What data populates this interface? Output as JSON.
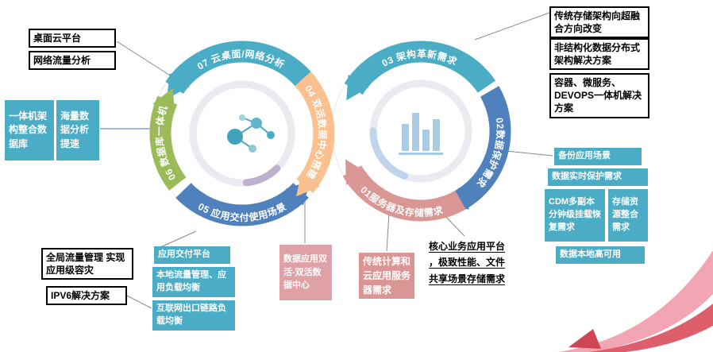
{
  "palette": {
    "teal": "#4BACC6",
    "green": "#9BBB59",
    "blue": "#4F81BD",
    "orange": "#FAC08F",
    "salmon": "#D99694",
    "pink_box": "#DFA0A6",
    "swoosh_pink": "#F2A6B3",
    "swoosh_red": "#DD5F6B",
    "swoosh_deep": "#CE4653"
  },
  "wheels": {
    "left": {
      "center_icon": "molecule-icon",
      "arcs": [
        {
          "label": "07 云桌面/网络分析"
        },
        {
          "label": "06 数据库一体机"
        },
        {
          "label": "05 应用交付使用场景"
        },
        {
          "label": "04 双活数据中心搭建"
        }
      ]
    },
    "right": {
      "center_icon": "bar-chart-icon",
      "arcs": [
        {
          "label": "03 架构革新需求"
        },
        {
          "label": "02数据保护需求"
        },
        {
          "label": "01服务器及存储需求"
        }
      ]
    }
  },
  "callouts": {
    "top_left": [
      "桌面云平台",
      "网络流量分析"
    ],
    "left": [
      "一体机架构整合数据库",
      "海量数据分析提速"
    ],
    "top_right": [
      "传统存储架构向超融合方向改变",
      "非结构化数据分布式架构解决方案",
      "容器、微服务、DEVOPS一体机解决方案"
    ],
    "right": [
      "备份应用场景",
      "数据实时保护需求",
      "CDM多副本分钟级挂载恢复需求",
      "存储资源整合需求",
      "数据本地高可用"
    ],
    "bottom_left": {
      "white": [
        "全局流量管理 实现应用级容灾",
        "IPV6解决方案"
      ],
      "teal": [
        "应用交付平台",
        "本地流量管理、应用负载均衡",
        "互联网出口链路负载均衡"
      ]
    },
    "bottom_middle": {
      "dual_active_dc": "数据应用双活-双活数据中心",
      "traditional_cloud_server": "传统计算和云应用服务器需求",
      "core_business": "核心业务应用平台，极致性能、文件共享场景存储需求"
    }
  }
}
